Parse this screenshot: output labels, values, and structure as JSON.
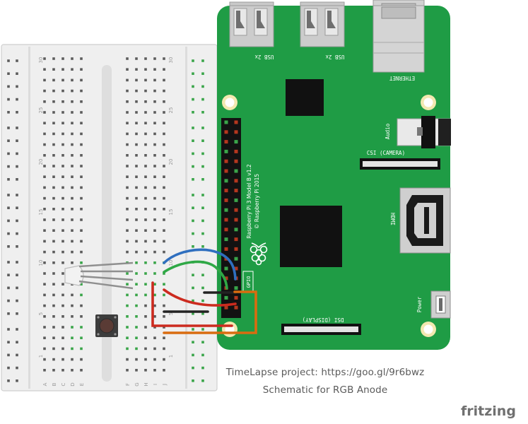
{
  "breadboard": {
    "row_numbers": [
      "30",
      "25",
      "20",
      "15",
      "10",
      "5",
      "1"
    ],
    "left_columns": [
      "A",
      "B",
      "C",
      "D",
      "E"
    ],
    "right_columns": [
      "F",
      "G",
      "H",
      "I",
      "J"
    ]
  },
  "pi": {
    "usb1": "USB 2x",
    "usb2": "USB 2x",
    "ethernet": "ETHERNET",
    "audio": "Audio",
    "csi": "CSI (CAMERA)",
    "hdmi": "HDMI",
    "power": "Power",
    "dsi": "DSI (DISPLAY)",
    "gpio": "GPIO",
    "model": "Raspberry Pi 3 Model B v1.2",
    "copyright": "© Raspberry Pi 2015"
  },
  "captions": {
    "line1": "TimeLapse project: https://goo.gl/9r6bwz",
    "line2": "Schematic for RGB Anode"
  },
  "brand": {
    "text": "fritzing"
  },
  "colors": {
    "pcb": "#1f9c45",
    "wire_blue": "#2f6fbf",
    "wire_green": "#2fa846",
    "wire_red": "#cc2b1f",
    "wire_orange": "#d96c10",
    "wire_black": "#222222",
    "brand_gray": "#707070"
  }
}
